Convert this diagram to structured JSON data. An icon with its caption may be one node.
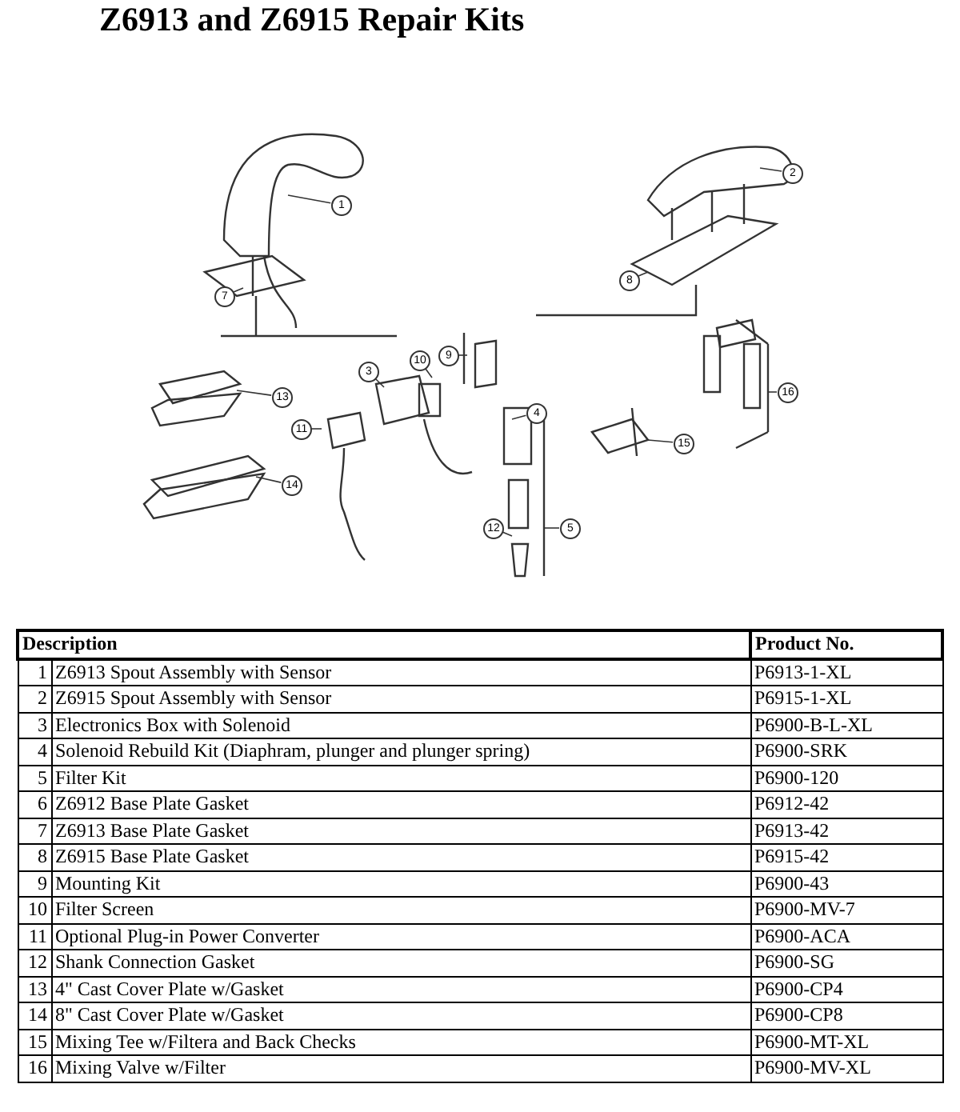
{
  "diagram": {
    "title": "Z6913 and Z6915 Repair Kits",
    "nodes": [
      {
        "text": [
          "2"
        ]
      },
      {
        "text": [
          "1"
        ]
      },
      {
        "text": [
          "8"
        ]
      },
      {
        "text": [
          "7"
        ]
      },
      {
        "text": [
          "9"
        ]
      },
      {
        "text": [
          "10"
        ]
      },
      {
        "text": [
          "3"
        ]
      },
      {
        "text": [
          "16"
        ]
      },
      {
        "text": [
          "13"
        ]
      },
      {
        "text": [
          "11"
        ]
      },
      {
        "text": [
          "4"
        ]
      },
      {
        "text": [
          "15"
        ]
      },
      {
        "text": [
          "14"
        ]
      },
      {
        "text": [
          "12"
        ]
      },
      {
        "text": [
          "5"
        ]
      }
    ],
    "edges": [
      {
        "from": 0,
        "to": null,
        "arrow": "none"
      },
      {
        "from": 1,
        "to": null,
        "arrow": "none"
      },
      {
        "from": 2,
        "to": null,
        "arrow": "none"
      },
      {
        "from": 3,
        "to": null,
        "arrow": "none"
      },
      {
        "from": 4,
        "to": null,
        "arrow": "none"
      },
      {
        "from": 5,
        "to": null,
        "arrow": "none"
      },
      {
        "from": 6,
        "to": null,
        "arrow": "none"
      },
      {
        "from": 7,
        "to": null,
        "arrow": "none"
      },
      {
        "from": 8,
        "to": null,
        "arrow": "none"
      },
      {
        "from": 9,
        "to": null,
        "arrow": "none"
      },
      {
        "from": 10,
        "to": null,
        "arrow": "none"
      },
      {
        "from": 11,
        "to": null,
        "arrow": "none"
      },
      {
        "from": 12,
        "to": null,
        "arrow": "none"
      },
      {
        "from": 13,
        "to": null,
        "arrow": "none"
      },
      {
        "from": 14,
        "to": null,
        "arrow": "none"
      }
    ],
    "labels": [
      "Description",
      "Product No.",
      "1",
      "Z6913 Spout Assembly with Sensor",
      "P6913-1-XL",
      "2",
      "Z6915 Spout Assembly with Sensor",
      "P6915-1-XL",
      "3",
      "Electronics Box with Solenoid",
      "P6900-B-L-XL",
      "4",
      "Solenoid Rebuild Kit (Diaphram, plunger and plunger spring)",
      "P6900-SRK",
      "5",
      "Filter Kit",
      "P6900-120",
      "6",
      "Z6912 Base Plate Gasket",
      "P6912-42",
      "7",
      "Z6913 Base Plate Gasket",
      "P6913-42",
      "8",
      "Z6915 Base Plate Gasket",
      "P6915-42",
      "9",
      "Mounting Kit",
      "P6900-43",
      "10",
      "Filter Screen",
      "P6900-MV-7",
      "11",
      "Optional Plug-in Power Converter",
      "P6900-ACA",
      "12",
      "Shank Connection Gasket",
      "P6900-SG",
      "13",
      "4\" Cast Cover Plate w/Gasket",
      "P6900-CP4",
      "14",
      "8\" Cast Cover Plate w/Gasket",
      "P6900-CP8",
      "15",
      "Mixing Tee w/Filtera and Back Checks",
      "P6900-MT-XL",
      "16",
      "Mixing Valve w/Filter",
      "P6900-MV-XL"
    ]
  }
}
